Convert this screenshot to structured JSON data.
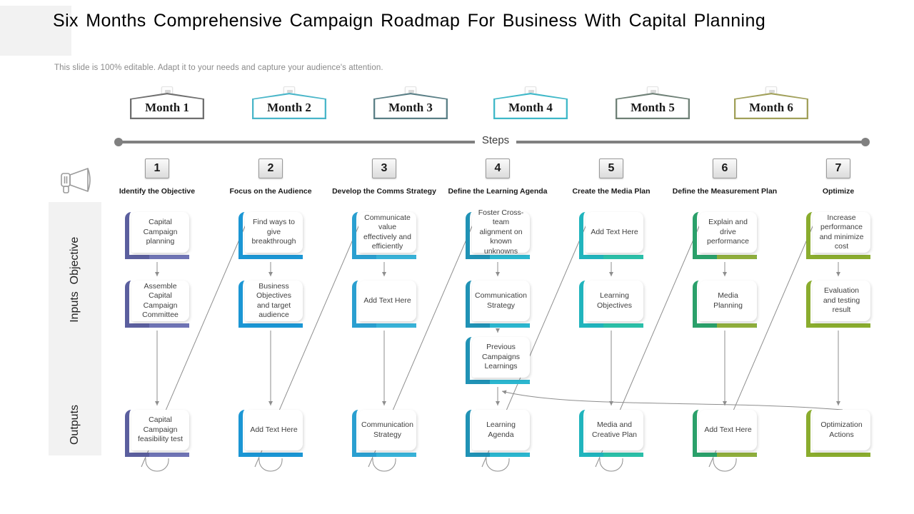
{
  "header": {
    "title": "Six Months Comprehensive Campaign Roadmap For Business With Capital Planning",
    "subtitle": "This slide is 100% editable. Adapt it to your needs and capture your audience's attention."
  },
  "timeline": {
    "axis_label": "Steps",
    "months": [
      {
        "label": "Month 1",
        "color": "#6f6f6f"
      },
      {
        "label": "Month 2",
        "color": "#4ab6c9"
      },
      {
        "label": "Month 3",
        "color": "#5a7f86"
      },
      {
        "label": "Month 4",
        "color": "#3fb8c8"
      },
      {
        "label": "Month 5",
        "color": "#6e8076"
      },
      {
        "label": "Month 6",
        "color": "#a1a05a"
      }
    ]
  },
  "rail": {
    "icon": "megaphone-icon",
    "rows": [
      {
        "label": "Objective"
      },
      {
        "label": "Inputs"
      },
      {
        "label": "Outputs"
      }
    ]
  },
  "steps": [
    {
      "number": "1",
      "title": "Identify the Objective",
      "color": "#5b5f9e",
      "accent2": "#6f74b5"
    },
    {
      "number": "2",
      "title": "Focus on the Audience",
      "color": "#1b96d4",
      "accent2": "#1b96d4"
    },
    {
      "number": "3",
      "title": "Develop the Comms Strategy",
      "color": "#2a9fd0",
      "accent2": "#38b2d8"
    },
    {
      "number": "4",
      "title": "Define the Learning Agenda",
      "color": "#2092b5",
      "accent2": "#2bb6cf"
    },
    {
      "number": "5",
      "title": "Create the Media Plan",
      "color": "#20b4bd",
      "accent2": "#2bbfa8"
    },
    {
      "number": "6",
      "title": "Define the Measurement Plan",
      "color": "#2aa06a",
      "accent2": "#8fae3c"
    },
    {
      "number": "7",
      "title": "Optimize",
      "color": "#8aac2e",
      "accent2": "#8aac2e"
    }
  ],
  "cards": {
    "objective": [
      "Capital Campaign planning",
      "Find ways to give breakthrough",
      "Communicate value effectively and efficiently",
      "Foster Cross-team alignment on known unknowns",
      "Add Text Here",
      "Explain and drive performance",
      "Increase performance and minimize cost"
    ],
    "inputs": [
      "Assemble Capital Campaign Committee",
      "Business Objectives and target audience",
      "Add Text Here",
      "Communication Strategy",
      "Learning Objectives",
      "Media Planning",
      "Evaluation and testing result"
    ],
    "inputs_extra": [
      null,
      null,
      null,
      "Previous Campaigns Learnings",
      null,
      null,
      null
    ],
    "outputs": [
      "Capital Campaign feasibility test",
      "Add Text Here",
      "Communication Strategy",
      "Learning Agenda",
      "Media and Creative Plan",
      "Add Text Here",
      "Optimization Actions"
    ]
  }
}
